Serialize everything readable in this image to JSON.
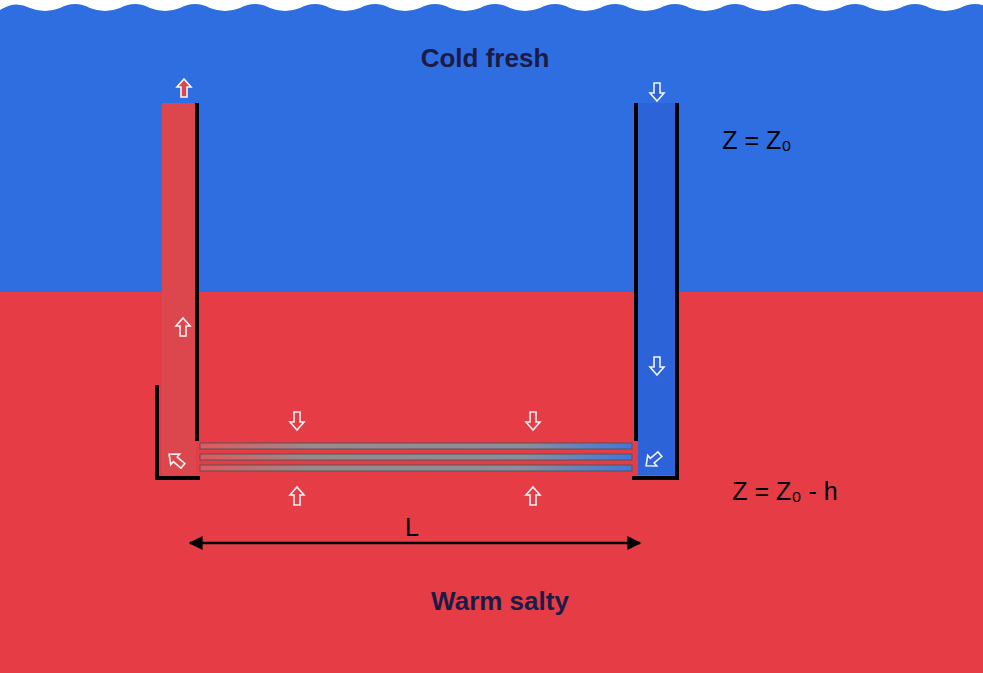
{
  "diagram": {
    "nodes": [
      {
        "text": [
          "Cold fresh"
        ]
      },
      {
        "text": [
          "Warm salty"
        ]
      }
    ],
    "labels": [
      "Z = Z₀",
      "Z = Z₀ - h",
      "L"
    ]
  }
}
